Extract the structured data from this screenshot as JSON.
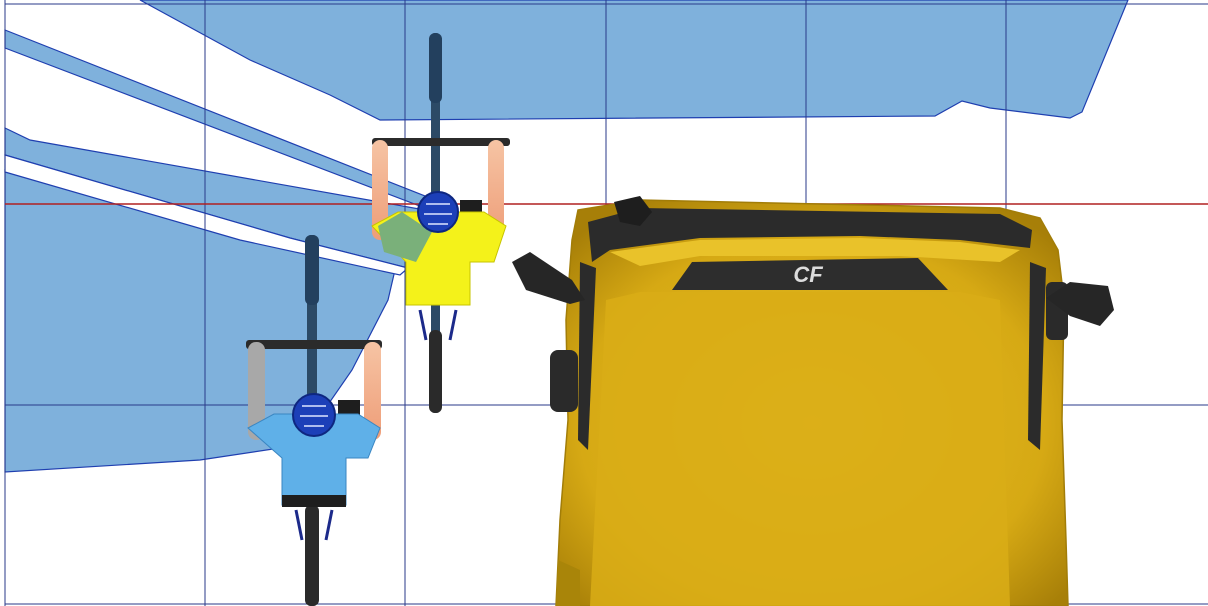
{
  "scene": {
    "background": "#ffffff",
    "grid_color": "#2a3a8a",
    "reference_line_color": "#b02020",
    "zone_fill": "#7fb1dc",
    "zone_stroke": "#1f3fb0"
  },
  "cyclists": [
    {
      "id": "cyclist-front",
      "jersey_color": "#f4f21a",
      "helmet_color": "#1c3fb8",
      "arm_color": "#f7b592",
      "shoulder_color": "#7ab07a"
    },
    {
      "id": "cyclist-rear",
      "jersey_color": "#5fb0e8",
      "helmet_color": "#1c3fb8",
      "arm_color": "#f7b592",
      "left_arm_color": "#a8a8a8"
    }
  ],
  "vehicle": {
    "body_color": "#e2b81a",
    "body_shadow": "#b88f0c",
    "trim_color": "#2b2b2b",
    "roof_badge": "CF"
  }
}
